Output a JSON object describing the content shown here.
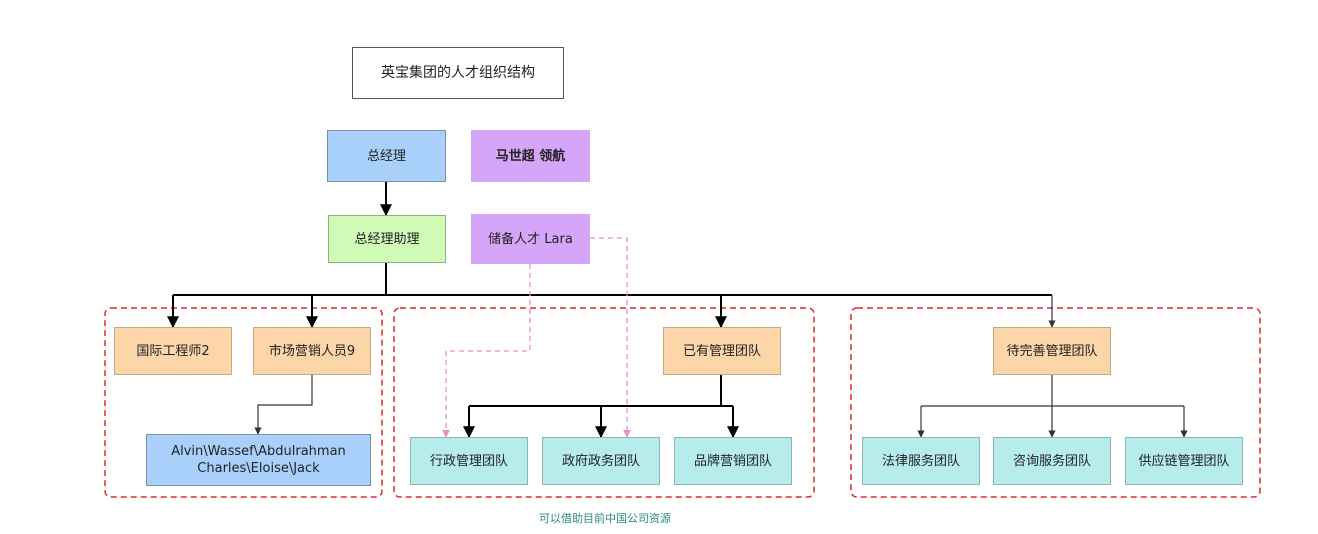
{
  "diagram": {
    "title": "英宝集团的人才组织结构",
    "nodes": {
      "general_manager": "总经理",
      "ma_shichao": "马世超 领航",
      "assistant": "总经理助理",
      "reserve_lara": "储备人才 Lara",
      "intl_engineer": "国际工程师2",
      "marketing": "市场营销人员9",
      "names_line1": "Alvin\\Wassef\\Abdulrahman",
      "names_line2": "Charles\\Eloise\\Jack",
      "existing_team": "已有管理团队",
      "admin_team": "行政管理团队",
      "gov_team": "政府政务团队",
      "brand_team": "品牌营销团队",
      "improve_team": "待完善管理团队",
      "legal_team": "法律服务团队",
      "consult_team": "咨询服务团队",
      "supply_team": "供应链管理团队"
    },
    "footer": "可以借助目前中国公司资源",
    "colors": {
      "group_border": "#e0282e",
      "dashed_link": "#e78fc8"
    }
  }
}
